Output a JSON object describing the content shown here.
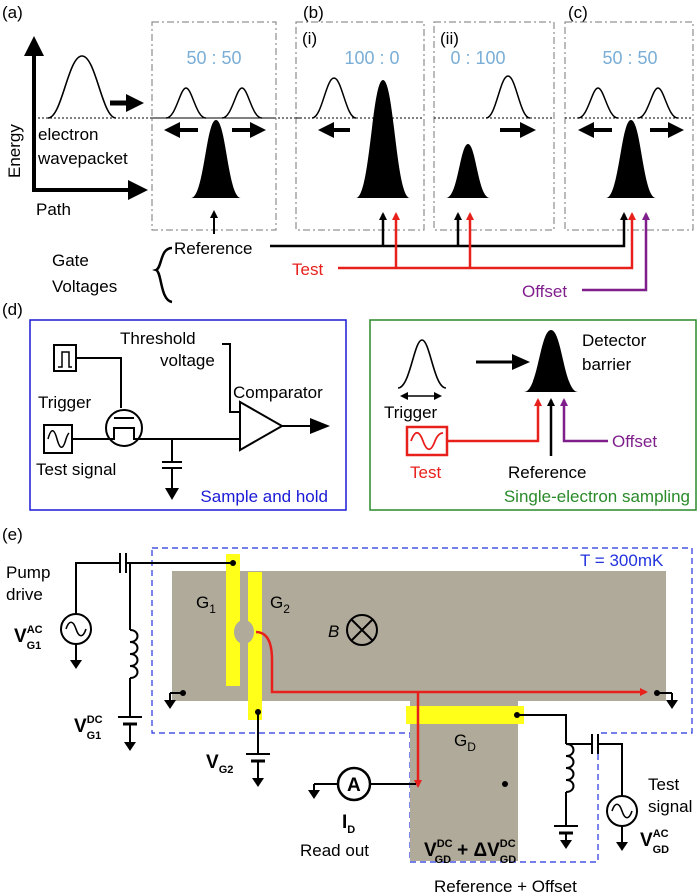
{
  "panel_labels": {
    "a": "(a)",
    "b": "(b)",
    "b_i": "(i)",
    "b_ii": "(ii)",
    "c": "(c)",
    "d": "(d)",
    "e": "(e)"
  },
  "panel_a": {
    "axis_energy": "Energy",
    "axis_path": "Path",
    "wavepacket_label_1": "electron",
    "wavepacket_label_2": "wavepacket",
    "ratio_a": "50 : 50",
    "ratio_b_i": "100 : 0",
    "ratio_b_ii": "0 : 100",
    "ratio_c": "50 : 50",
    "reference": "Reference",
    "test": "Test",
    "offset": "Offset",
    "gate_voltages_1": "Gate",
    "gate_voltages_2": "Voltages"
  },
  "panel_d": {
    "threshold_1": "Threshold",
    "threshold_2": "voltage",
    "trigger": "Trigger",
    "test_signal": "Test signal",
    "comparator": "Comparator",
    "sample_and_hold": "Sample and hold",
    "detector_1": "Detector",
    "detector_2": "barrier",
    "trigger_r": "Trigger",
    "test_r": "Test",
    "reference_r": "Reference",
    "offset_r": "Offset",
    "single_electron_sampling": "Single-electron sampling"
  },
  "panel_e": {
    "temperature": "T = 300mK",
    "pump_1": "Pump",
    "pump_2": "drive",
    "g1": "G",
    "g1_sub": "1",
    "g2": "G",
    "g2_sub": "2",
    "gd": "G",
    "gd_sub": "D",
    "b_field": "B",
    "ammeter": "A",
    "current": "I",
    "current_sub": "D",
    "read_out": "Read out",
    "vg2": "V",
    "vg2_sub": "G2",
    "vg1_ac": "V",
    "vg1_ac_sup": "AC",
    "vg1_ac_sub": "G1",
    "vg1_dc": "V",
    "vg1_dc_sup": "DC",
    "vg1_dc_sub": "G1",
    "vgd_dc": "V",
    "vgd_dc_sup": "DC",
    "vgd_dc_sub": "GD",
    "plus_delta": "+ ΔV",
    "dvgd_sup": "DC",
    "dvgd_sub": "GD",
    "ref_offset": "Reference + Offset",
    "test_1": "Test",
    "test_2": "signal",
    "vgd_ac": "V",
    "vgd_ac_sup": "AC",
    "vgd_ac_sub": "GD"
  },
  "colors": {
    "ratio_text": "#7aaed6",
    "test": "#e8201c",
    "offset": "#7f1f8c",
    "sample_hold_box": "#1a1ad6",
    "sampling_box": "#2a8a2a",
    "gate_yellow": "#ffff1a",
    "device_gray": "#b0aa9a",
    "temperature_box": "#2233dd"
  }
}
